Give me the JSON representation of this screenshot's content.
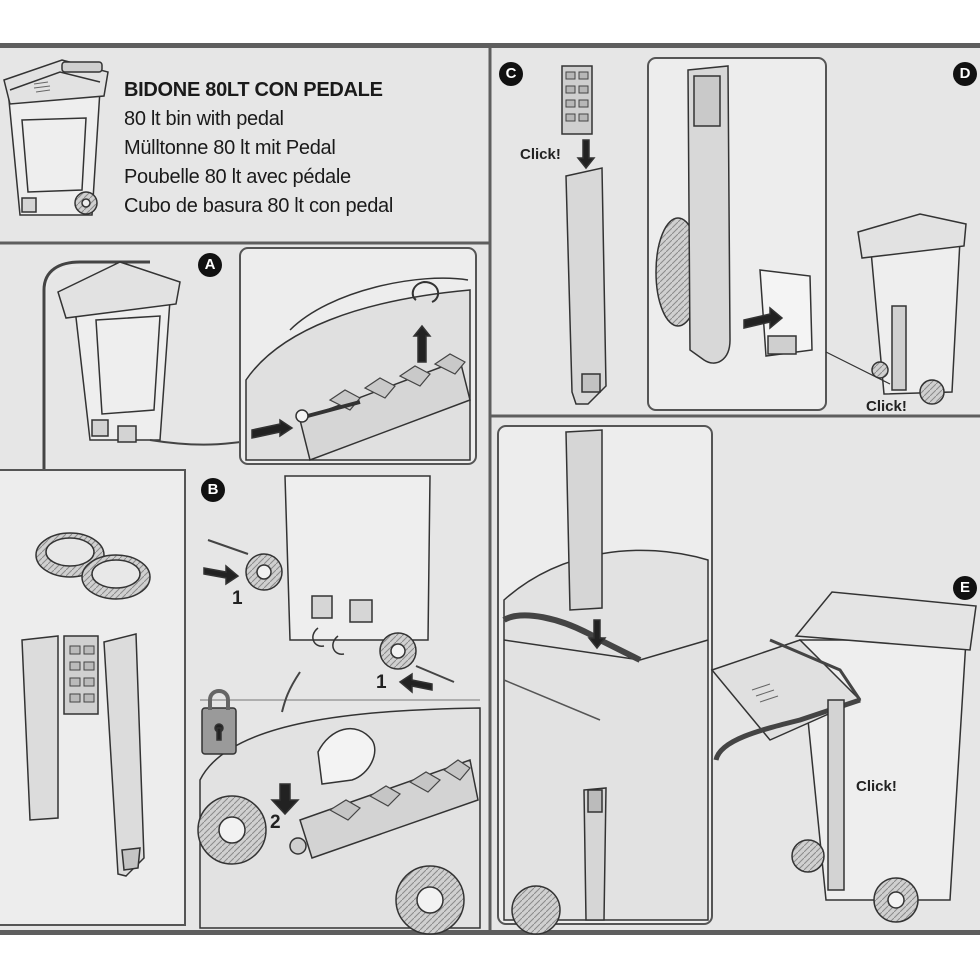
{
  "title": {
    "main": "BIDONE 80LT CON PEDALE",
    "en": "80 lt bin with pedal",
    "de": "Mülltonne 80 lt mit Pedal",
    "fr": "Poubelle 80 lt avec pédale",
    "es": "Cubo de basura 80 lt con pedal"
  },
  "steps": {
    "a": "A",
    "b": "B",
    "c": "C",
    "d": "D",
    "e": "E"
  },
  "callouts": {
    "click_c": "Click!",
    "click_d": "Click!",
    "click_e": "Click!",
    "num_1_left": "1",
    "num_1_right": "1",
    "num_2": "2"
  },
  "colors": {
    "background": "#e6e6e6",
    "frame": "#5e5e5e",
    "ink": "#1a1a1a",
    "panel_fill": "#ededed"
  }
}
